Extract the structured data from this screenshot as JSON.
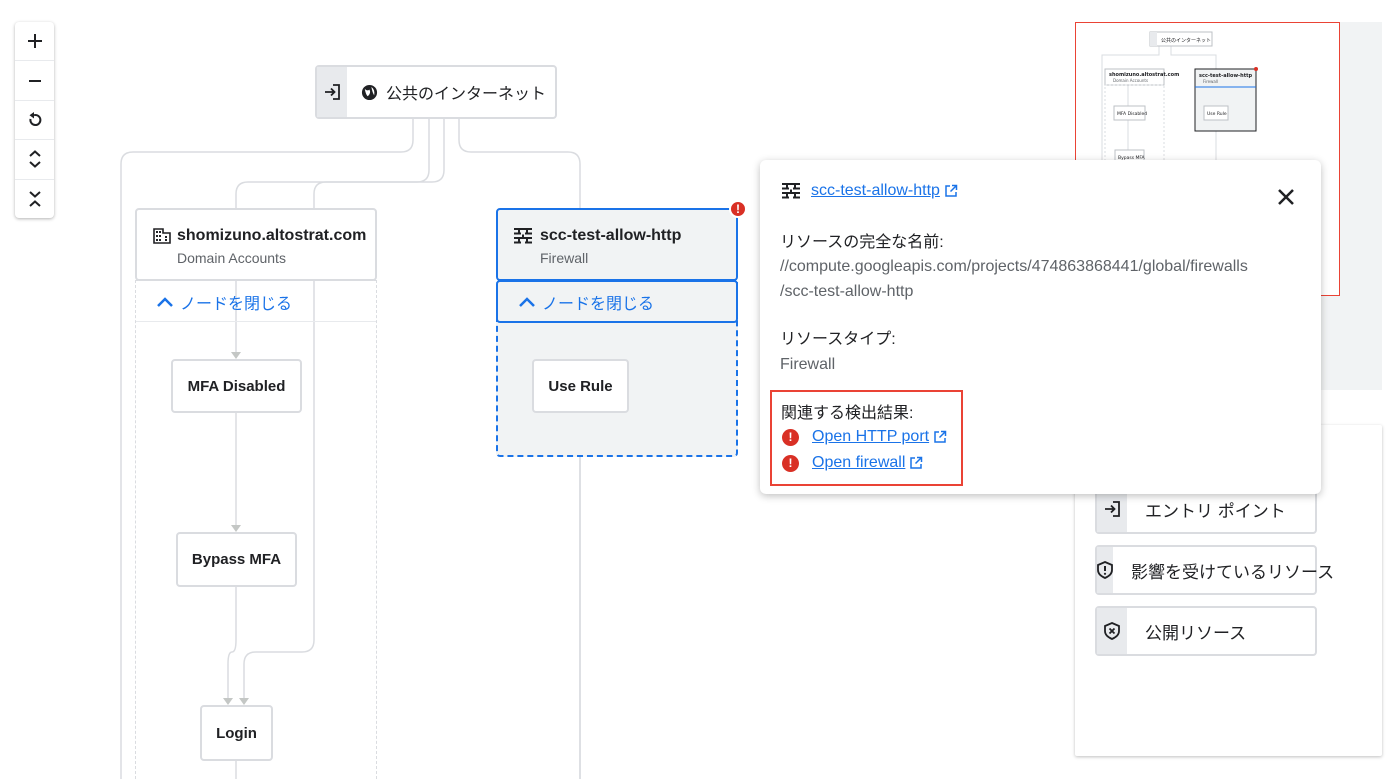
{
  "zoom": {
    "zoom_in": "+",
    "zoom_out": "−"
  },
  "entry": {
    "label": "公共のインターネット"
  },
  "domain_node": {
    "title": "shomizuno.altostrat.com",
    "subtitle": "Domain Accounts",
    "collapse_label": "ノードを閉じる"
  },
  "firewall_node": {
    "title": "scc-test-allow-http",
    "subtitle": "Firewall",
    "collapse_label": "ノードを閉じる"
  },
  "steps": {
    "mfa_disabled": "MFA Disabled",
    "bypass_mfa": "Bypass MFA",
    "login": "Login",
    "use_rule": "Use Rule"
  },
  "minimap": {
    "entry_label": "公共のインターネット",
    "domain_title": "shomizuno.altostrat.com",
    "domain_sub": "Domain Accounts",
    "fw_title": "scc-test-allow-http",
    "fw_sub": "Firewall",
    "mfa": "MFA Disabled",
    "bypass": "Bypass MFA",
    "use_rule": "Use Rule"
  },
  "legend": {
    "entry_point": "エントリ ポイント",
    "affected": "影響を受けているリソース",
    "public": "公開リソース"
  },
  "popup": {
    "resource_link": "scc-test-allow-http",
    "full_name_label": "リソースの完全な名前:",
    "full_name_line1": "//compute.googleapis.com/projects/474863868441/global/firewalls",
    "full_name_line2": "/scc-test-allow-http",
    "type_label": "リソースタイプ:",
    "type_value": "Firewall",
    "findings_label": "関連する検出結果:",
    "findings": [
      "Open HTTP port",
      "Open firewall"
    ]
  },
  "colors": {
    "accent": "#1a73e8",
    "alert": "#d93025",
    "highlight": "#ea4335"
  }
}
